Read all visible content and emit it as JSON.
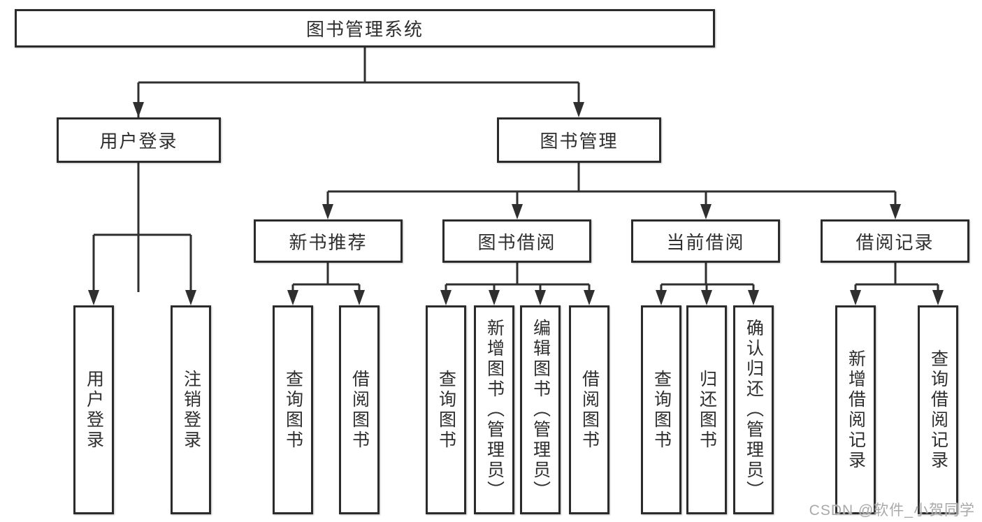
{
  "tree": {
    "root": "图书管理系统",
    "children": [
      {
        "label": "用户登录",
        "children": [
          {
            "label": "用户登录"
          },
          {
            "label": "注销登录"
          }
        ]
      },
      {
        "label": "图书管理",
        "children": [
          {
            "label": "新书推荐",
            "children": [
              {
                "label": "查询图书"
              },
              {
                "label": "借阅图书"
              }
            ]
          },
          {
            "label": "图书借阅",
            "children": [
              {
                "label": "查询图书"
              },
              {
                "label": "新增图书（管理员）"
              },
              {
                "label": "编辑图书（管理员）"
              },
              {
                "label": "借阅图书"
              }
            ]
          },
          {
            "label": "当前借阅",
            "children": [
              {
                "label": "查询图书"
              },
              {
                "label": "归还图书"
              },
              {
                "label": "确认归还（管理员）"
              }
            ]
          },
          {
            "label": "借阅记录",
            "children": [
              {
                "label": "新增借阅记录"
              },
              {
                "label": "查询借阅记录"
              }
            ]
          }
        ]
      }
    ]
  },
  "watermark": "CSDN @软件_小贺同学",
  "colors": {
    "line": "#2f2f2f",
    "box_border": "#2b2b2b",
    "text": "#2e2e2e",
    "background": "#ffffff",
    "watermark": "#a9a9a9"
  }
}
